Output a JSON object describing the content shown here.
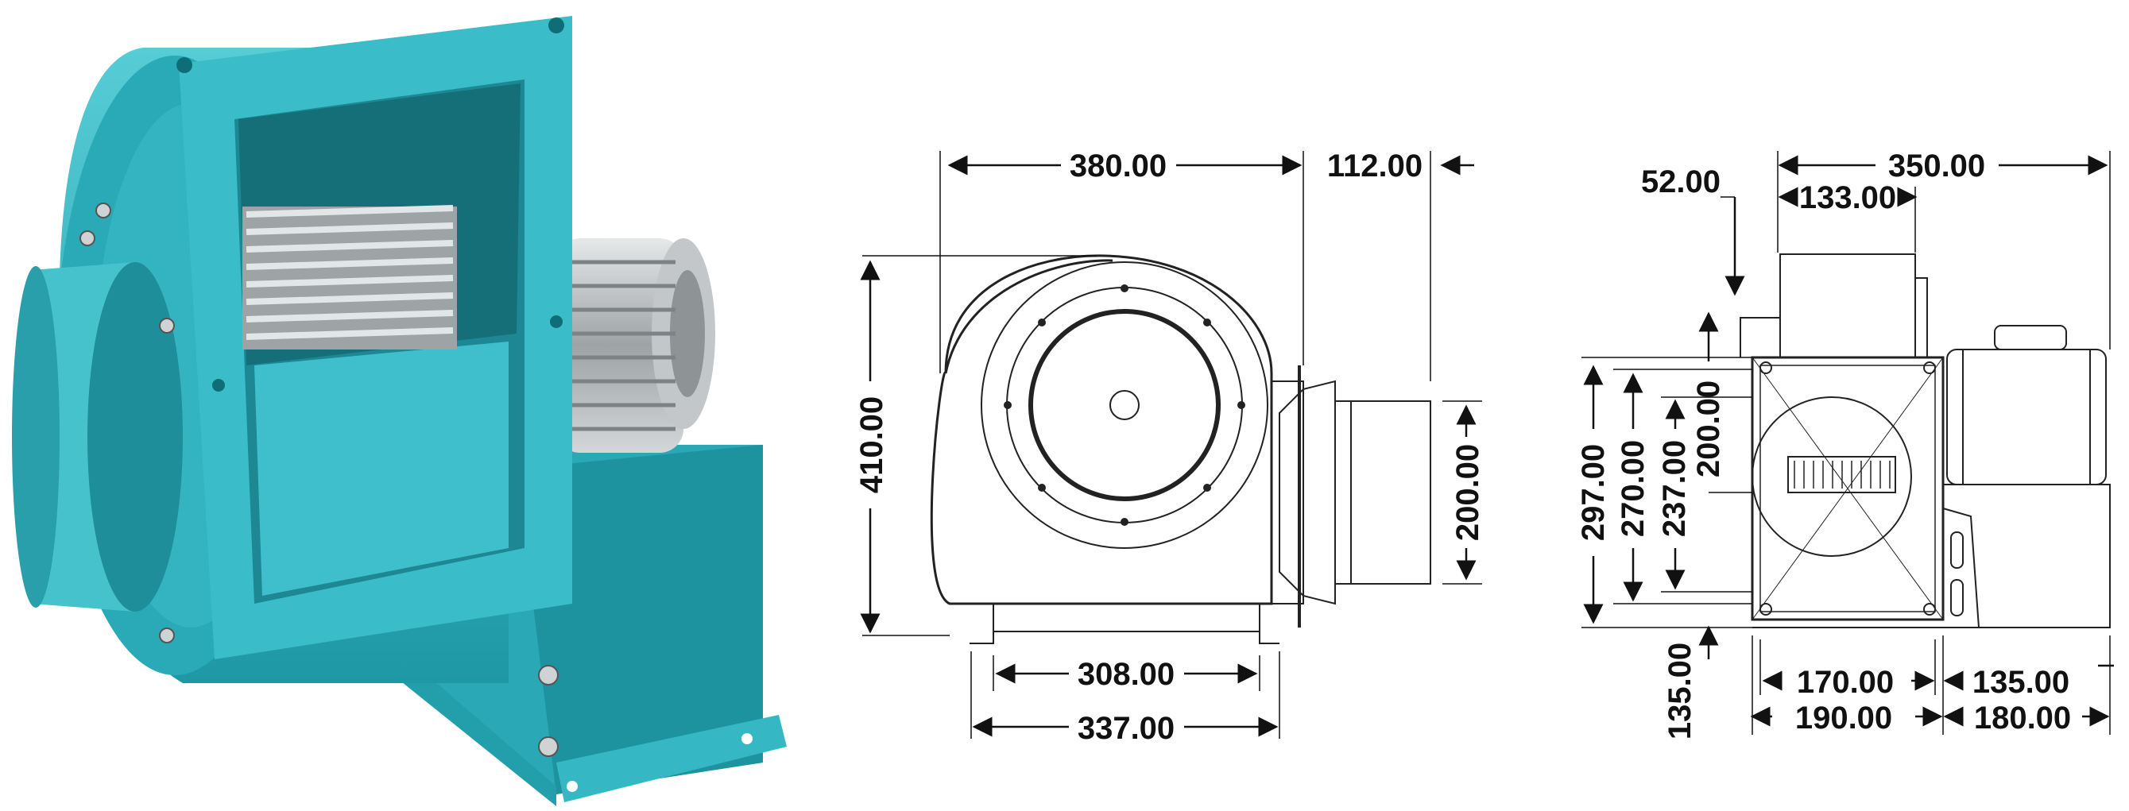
{
  "photo": {
    "subject": "centrifugal blower fan with electric motor",
    "colors": {
      "body": "#2eb6c4",
      "body_dark": "#1a8f9c",
      "body_light": "#5fd0da",
      "motor": "#b8bcbf",
      "impeller": "#c9ccce"
    }
  },
  "side_view": {
    "dimensions": {
      "top_width": "380.00",
      "top_outlet": "112.00",
      "height": "410.00",
      "outlet_height": "200.00",
      "base_inner": "308.00",
      "base_outer": "337.00"
    }
  },
  "front_view": {
    "dimensions": {
      "total_width": "350.00",
      "inlet_offset": "52.00",
      "top_box": "133.00",
      "overall_height": "297.00",
      "frame_height": "270.00",
      "inner_height": "237.00",
      "inlet_height": "200.00",
      "base_height": "135.00",
      "frame_width": "170.00",
      "motor_width": "135.00",
      "base_width": "190.00",
      "motor_base": "180.00"
    }
  },
  "colors": {
    "line": "#222222",
    "thin_line": "#555555"
  }
}
